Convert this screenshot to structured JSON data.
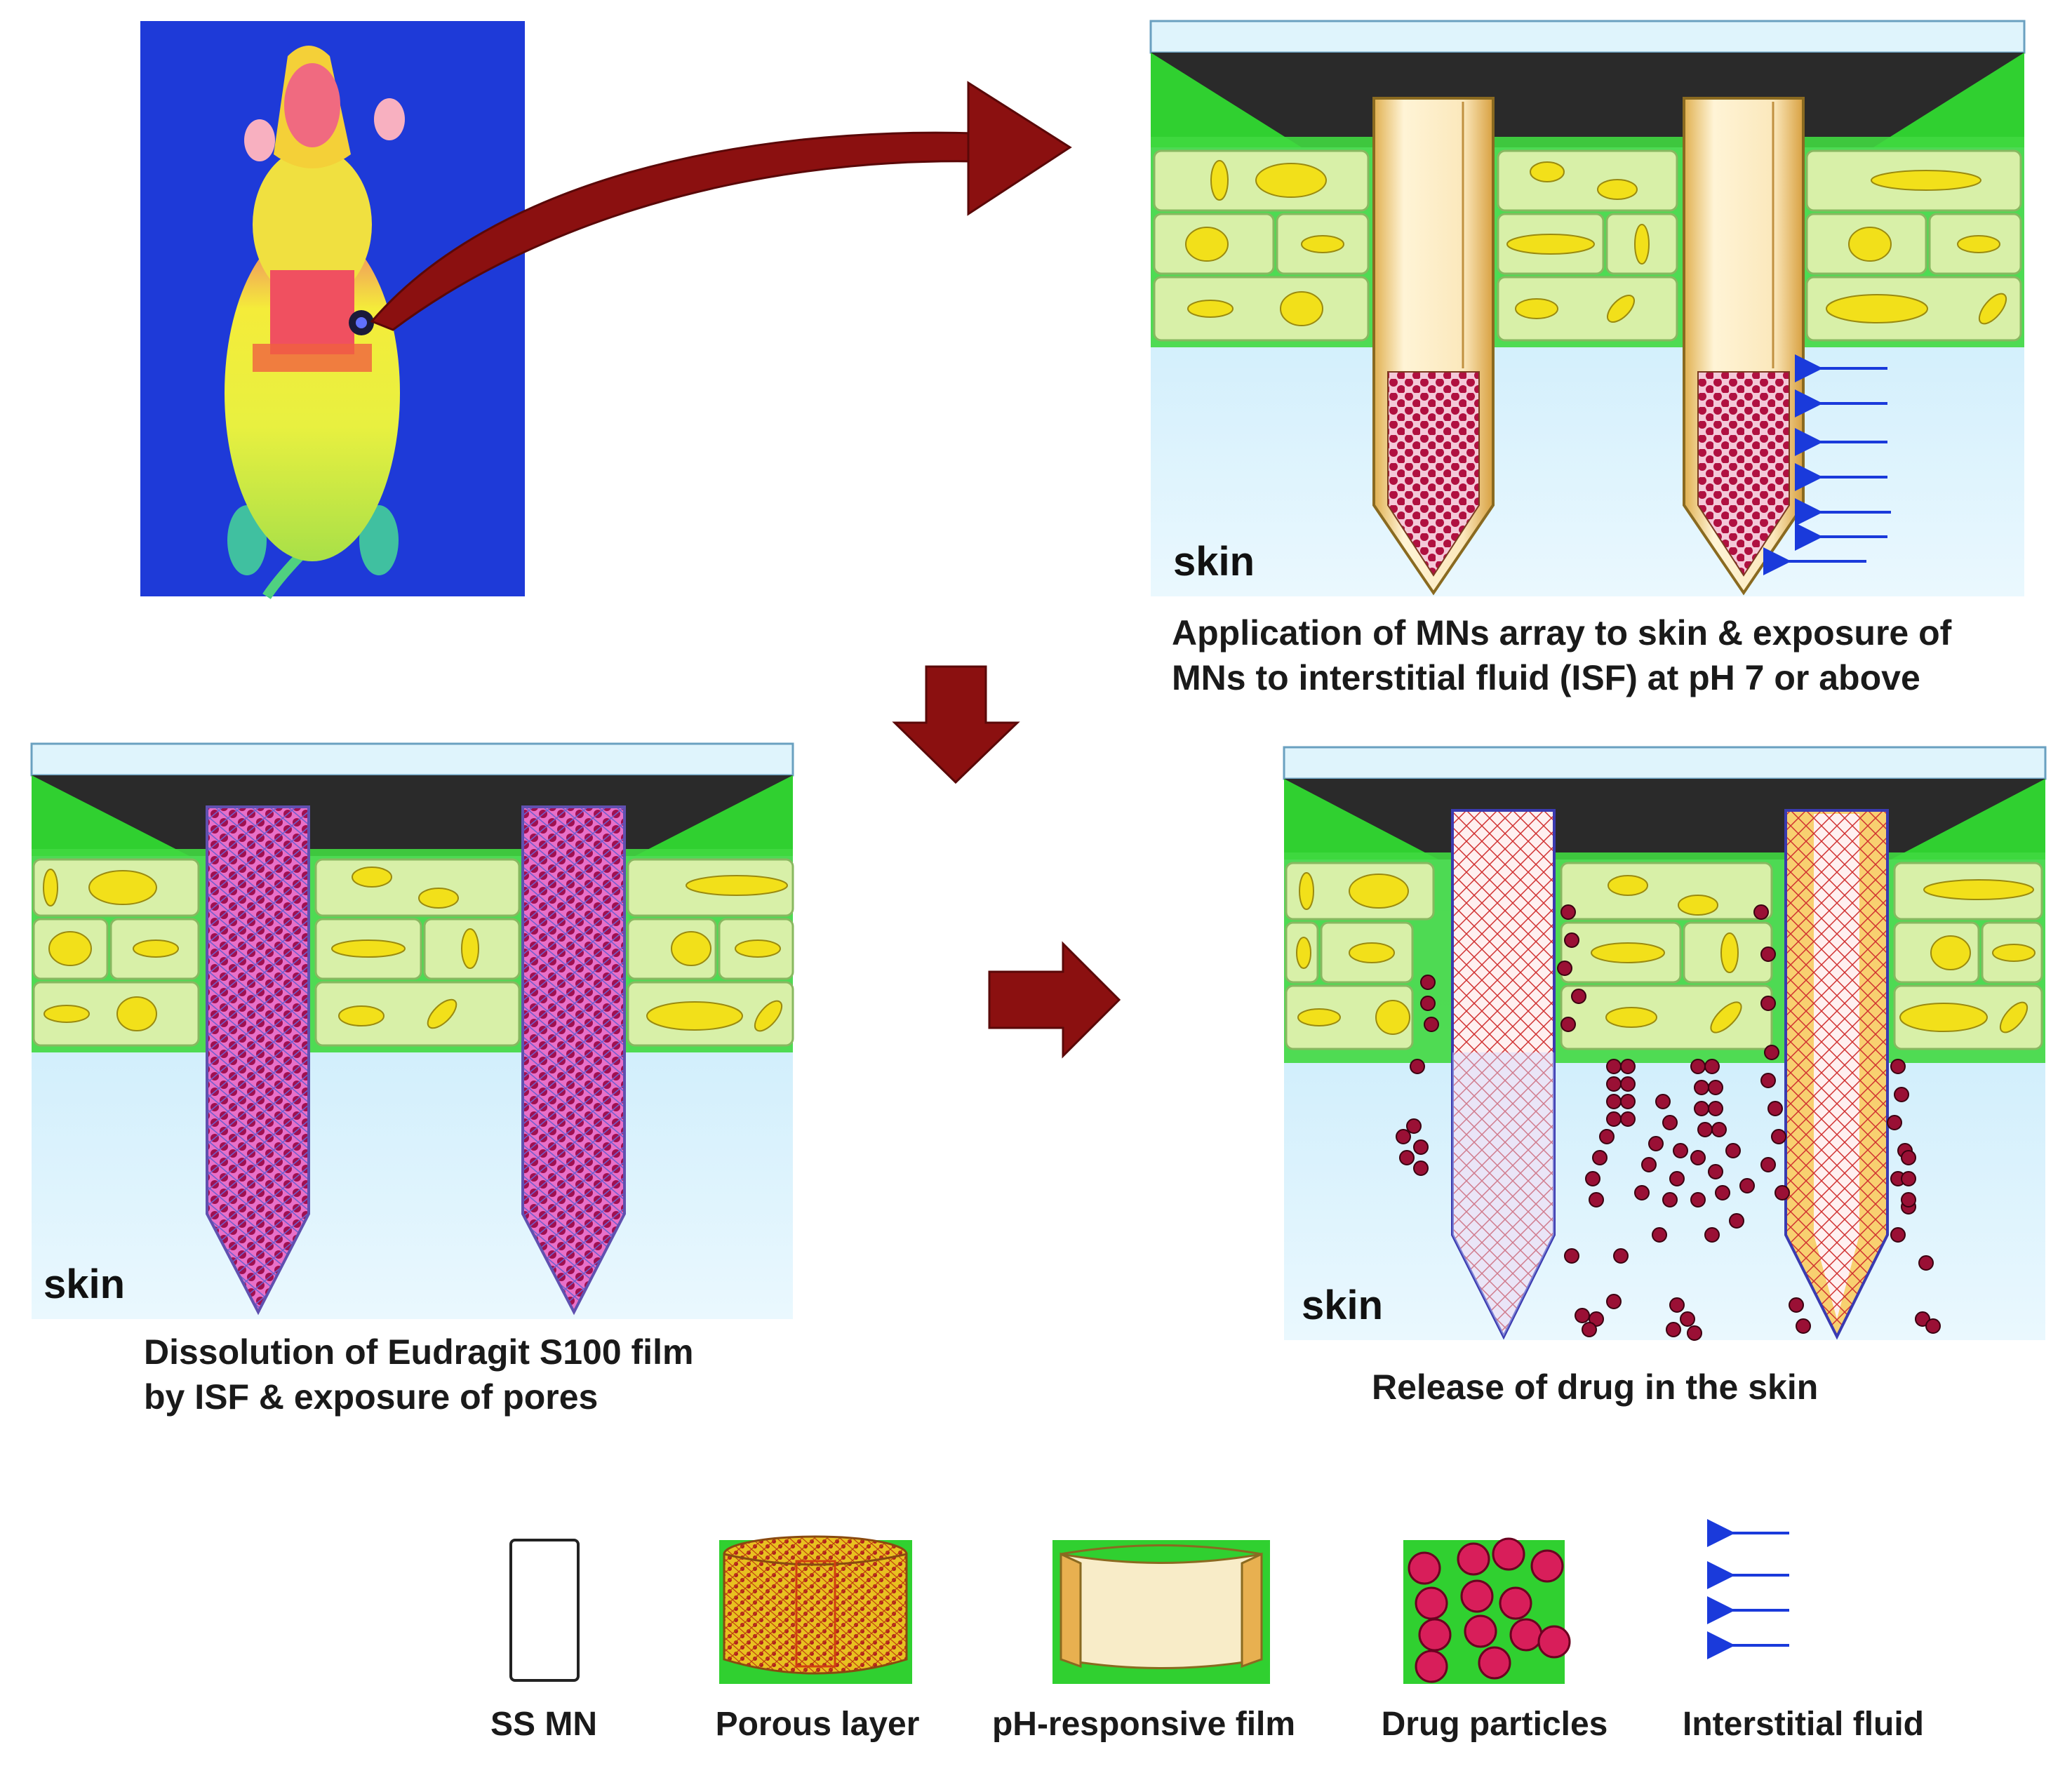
{
  "panels": {
    "step1": {
      "caption_line1": "Application of MNs array to skin & exposure of",
      "caption_line2": "MNs to interstitial fluid (ISF) at pH 7 or above",
      "skin_label": "skin"
    },
    "step2": {
      "caption_line1": "Dissolution of Eudragit S100 film",
      "caption_line2": "by ISF & exposure of pores",
      "skin_label": "skin"
    },
    "step3": {
      "caption_line1": "Release of drug in the skin",
      "skin_label": "skin"
    }
  },
  "legend": [
    {
      "label": "SS MN",
      "icon": "ss-mn-icon"
    },
    {
      "label": "Porous layer",
      "icon": "porous-layer-icon"
    },
    {
      "label": "pH-responsive film",
      "icon": "ph-responsive-film-icon"
    },
    {
      "label": "Drug particles",
      "icon": "drug-particles-icon"
    },
    {
      "label": "Interstitial fluid",
      "icon": "interstitial-fluid-icon"
    }
  ],
  "colors": {
    "arrow": "#8b1010",
    "skin_green": "#22cc22",
    "cell_fill": "#d8f0a8",
    "nucleus": "#f2e01a",
    "fluid_top": "#bfe8fb",
    "fluid_bottom": "#e9f7fe",
    "drug": "#b01040",
    "film": "#f5deb0",
    "isf_arrow": "#1a3adb"
  }
}
